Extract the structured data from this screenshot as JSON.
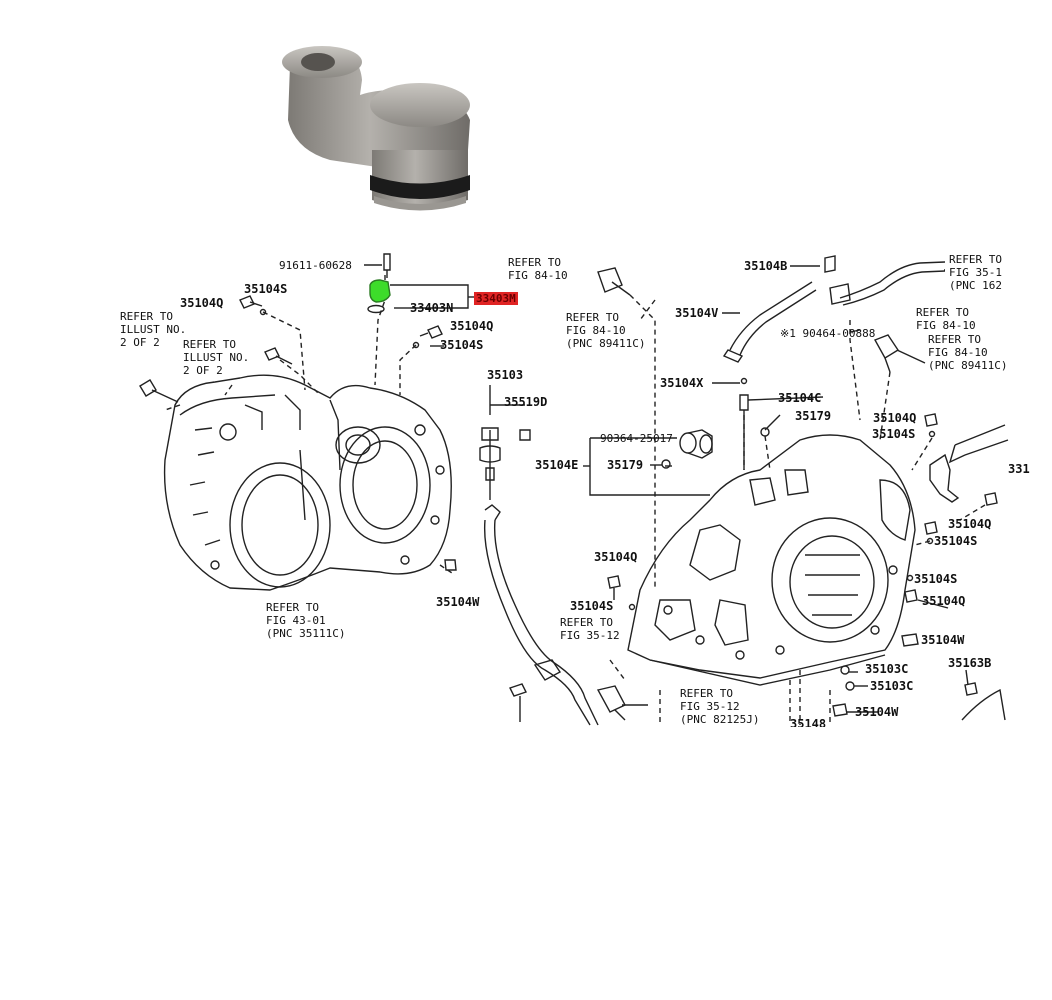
{
  "colors": {
    "highlight_red": "#e02424",
    "highlight_green": "#3ddc2a",
    "line": "#222222",
    "photo_metal": "#9a9792"
  },
  "labels": {
    "p91611": "91611-60628",
    "p35104S_a": "35104S",
    "p35104Q_a": "35104Q",
    "refer_illust_1": "REFER TO\nILLUST NO.\n2 OF 2",
    "refer_illust_2": "REFER TO\nILLUST NO.\n2 OF 2",
    "p33403M": "33403M",
    "p33403N": "33403N",
    "p35104Q_b": "35104Q",
    "p35104S_b": "35104S",
    "refer_43_01": "REFER TO\nFIG 43-01\n(PNC 35111C)",
    "p35104W_a": "35104W",
    "refer_84_10_a": "REFER TO\nFIG 84-10",
    "refer_84_10_b": "REFER TO\nFIG 84-10\n(PNC 89411C)",
    "p35103": "35103",
    "p35519D": "35519D",
    "p35104B": "35104B",
    "p35104V": "35104V",
    "refer_35_14": "REFER TO\nFIG 35-1\n(PNC 162",
    "p90464": "※1 90464-00888",
    "refer_84_10_c": "REFER TO\nFIG 84-10",
    "refer_84_10_d": "REFER TO\nFIG 84-10\n(PNC 89411C)",
    "p35104X": "35104X",
    "p35104C": "35104C",
    "p35179_a": "35179",
    "p35104Q_c": "35104Q",
    "p35104S_c": "35104S",
    "p90364": "90364-25017",
    "p35104E": "35104E",
    "p35179_b": "35179",
    "p331": "331",
    "p35104Q_d": "35104Q",
    "p35104S_d": "35104S",
    "p35104Q_e": "35104Q",
    "p35104S_e": "35104S",
    "p35104S_f": "35104S",
    "p35104Q_f": "35104Q",
    "refer_35_12_a": "REFER TO\nFIG 35-12",
    "p35104W_b": "35104W",
    "p35103C_a": "35103C",
    "p35163B": "35163B",
    "p35103C_b": "35103C",
    "refer_35_12_b": "REFER TO\nFIG 35-12\n(PNC 82125J)",
    "p35104W_c": "35104W",
    "p35148": "35148"
  }
}
